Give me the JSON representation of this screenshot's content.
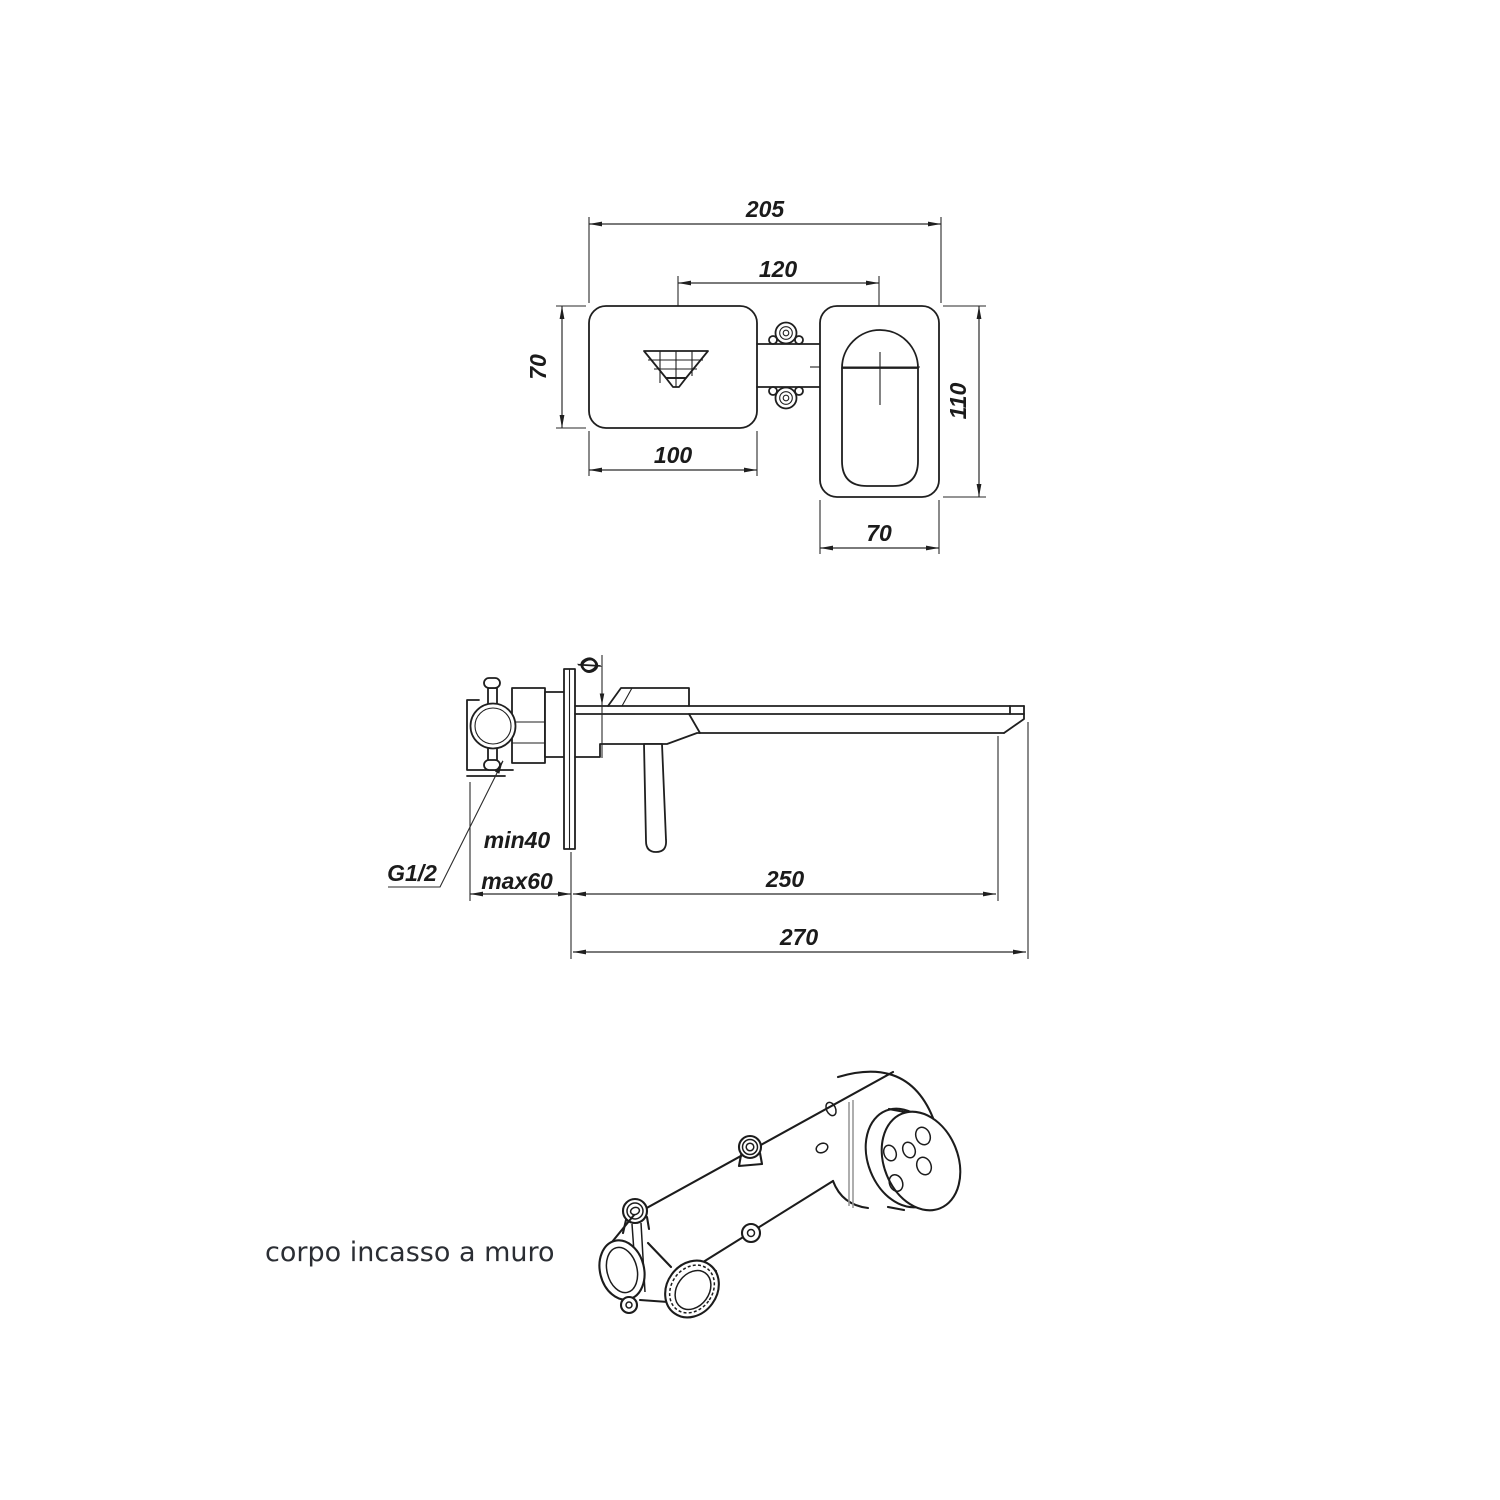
{
  "top_view": {
    "overall_width": "205",
    "centers_distance": "120",
    "spout_plate_height": "70",
    "spout_plate_width": "100",
    "handle_plate_height": "110",
    "handle_plate_width": "70"
  },
  "side_view": {
    "diameter_symbol": "Ø",
    "min_depth": "min40",
    "max_depth": "max60",
    "spout_projection": "250",
    "total_projection": "270",
    "thread": "G1/2"
  },
  "isometric_view": {
    "caption": "corpo incasso a muro"
  },
  "colors": {
    "line": "#1f1f1f",
    "dimension_line": "#2a2a2a",
    "dimension_text": "#1b1b1b",
    "caption_text": "#2b2e34",
    "background": "#ffffff"
  }
}
